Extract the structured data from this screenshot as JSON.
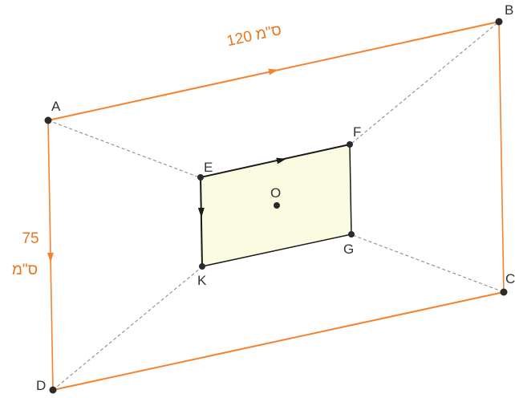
{
  "colors": {
    "outer": "#f5822e",
    "inner_stroke": "#1a1a1a",
    "inner_fill": "#fbfbe2",
    "diagonal": "#8c8c8c",
    "point": "#2b2b2b",
    "measure_text": "#e8781f"
  },
  "points": {
    "A": {
      "label": "A"
    },
    "B": {
      "label": "B"
    },
    "C": {
      "label": "C"
    },
    "D": {
      "label": "D"
    },
    "E": {
      "label": "E"
    },
    "F": {
      "label": "F"
    },
    "G": {
      "label": "G"
    },
    "K": {
      "label": "K"
    },
    "O": {
      "label": "O"
    }
  },
  "measurements": {
    "top": "120 ס\"מ",
    "left_value": "75",
    "left_unit": "ס\"מ"
  }
}
